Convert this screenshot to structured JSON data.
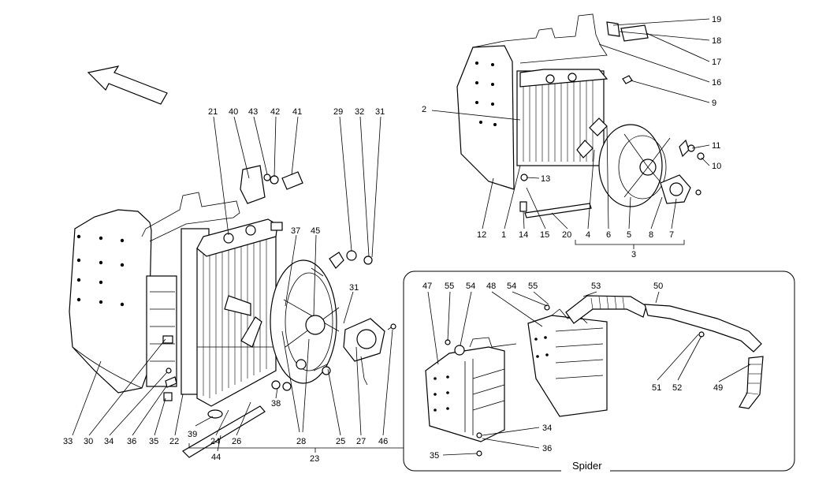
{
  "diagram": {
    "callouts_left": [
      "21",
      "40",
      "43",
      "42",
      "41",
      "29",
      "32",
      "31",
      "37",
      "45",
      "31",
      "33",
      "30",
      "34",
      "36",
      "35",
      "22",
      "39",
      "24",
      "26",
      "44",
      "28",
      "25",
      "27",
      "46",
      "38",
      "23"
    ],
    "callouts_right": [
      "19",
      "18",
      "17",
      "16",
      "9",
      "2",
      "11",
      "10",
      "13",
      "12",
      "1",
      "14",
      "15",
      "20",
      "4",
      "6",
      "5",
      "8",
      "7",
      "3"
    ],
    "callouts_spider": [
      "47",
      "55",
      "54",
      "48",
      "54",
      "55",
      "53",
      "50",
      "51",
      "52",
      "49",
      "34",
      "36",
      "35"
    ],
    "spider_label": "Spider"
  }
}
